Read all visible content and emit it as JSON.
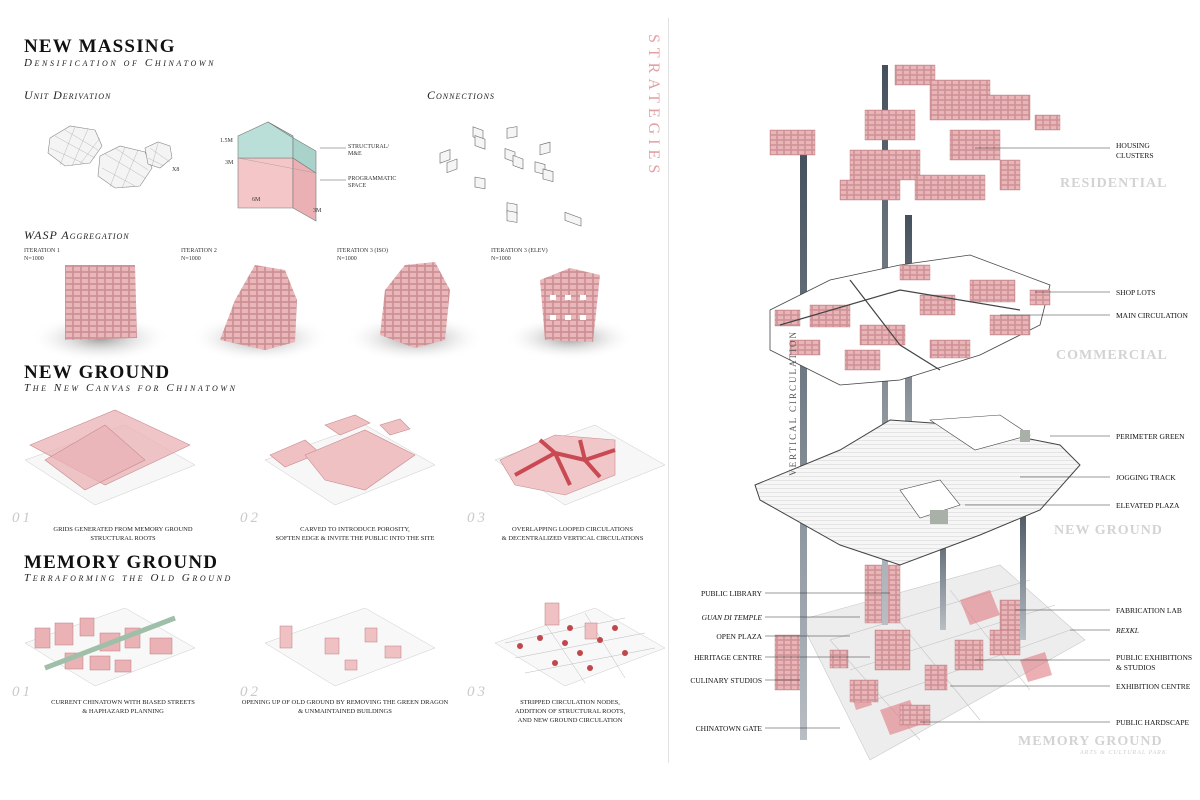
{
  "left": {
    "new_massing": {
      "title": "NEW MASSING",
      "subtitle": "Densification of Chinatown",
      "unit_derivation": {
        "heading": "Unit Derivation",
        "multiplier": "x8",
        "dim_top": "1.5m",
        "dim_mid": "3m",
        "dim_width": "6m",
        "dim_depth": "3m",
        "label_structural": "STRUCTURAL/ M&E",
        "label_programmatic": "PROGRAMMATIC SPACE"
      },
      "connections_heading": "Connections",
      "wasp": {
        "heading": "WASP Aggregation",
        "iterations": [
          {
            "label": "ITERATION 1",
            "n": "n=1000"
          },
          {
            "label": "ITERATION 2",
            "n": "n=1000"
          },
          {
            "label": "ITERATION 3 (ISO)",
            "n": "n=1000"
          },
          {
            "label": "ITERATION 3 (ELEV)",
            "n": "n=1000"
          }
        ]
      }
    },
    "new_ground": {
      "title": "NEW GROUND",
      "subtitle": "The New Canvas for Chinatown",
      "steps": [
        {
          "num": "01",
          "caption_1": "GRIDS GENERATED FROM MEMORY GROUND",
          "caption_2": "STRUCTURAL ROOTS"
        },
        {
          "num": "02",
          "caption_1": "CARVED TO INTRODUCE POROSITY,",
          "caption_2": "SOFTEN EDGE & INVITE THE PUBLIC INTO THE SITE"
        },
        {
          "num": "03",
          "caption_1": "OVERLAPPING LOOPED CIRCULATIONS",
          "caption_2": "& DECENTRALIZED VERTICAL CIRCULATIONS"
        }
      ]
    },
    "memory_ground": {
      "title": "MEMORY GROUND",
      "subtitle": "Terraforming the Old Ground",
      "steps": [
        {
          "num": "01",
          "caption_1": "CURRENT CHINATOWN WITH BIASED STREETS",
          "caption_2": "& HAPHAZARD PLANNING",
          "caption_3": ""
        },
        {
          "num": "02",
          "caption_1": "OPENING UP OF OLD GROUND BY REMOVING THE GREEN DRAGON",
          "caption_2": "& UNMAINTAINED BUILDINGS",
          "caption_3": ""
        },
        {
          "num": "03",
          "caption_1": "STRIPPED CIRCULATION NODES,",
          "caption_2": "ADDITION OF STRUCTURAL ROOTS,",
          "caption_3": "AND NEW GROUND CIRCULATION"
        }
      ]
    },
    "strategies": "STRATEGIES"
  },
  "right": {
    "vertical_circulation": "VERTICAL CIRCULATION",
    "zones": {
      "residential": "RESIDENTIAL",
      "commercial": "COMMERCIAL",
      "new_ground": "NEW GROUND",
      "memory_ground": "MEMORY GROUND",
      "memory_ground_sub": "ARTS & CULTURAL PARK"
    },
    "labels_right": {
      "housing_1": "HOUSING",
      "housing_2": "CLUSTERS",
      "shop_lots": "SHOP LOTS",
      "main_circulation": "MAIN CIRCULATION",
      "perimeter_green": "PERIMETER GREEN",
      "jogging_track": "JOGGING TRACK",
      "elevated_plaza": "ELEVATED PLAZA",
      "fabrication_lab": "FABRICATION LAB",
      "rexkl": "REXKL",
      "public_exhibitions_1": "PUBLIC EXHIBITIONS",
      "public_exhibitions_2": "& STUDIOS",
      "exhibition_centre": "EXHIBITION CENTRE",
      "public_hardscape": "PUBLIC HARDSCAPE"
    },
    "labels_left": {
      "public_library": "PUBLIC LIBRARY",
      "guan_di_temple": "GUAN DI TEMPLE",
      "open_plaza": "OPEN PLAZA",
      "heritage_centre": "HERITAGE CENTRE",
      "culinary_studios": "CULINARY STUDIOS",
      "chinatown_gate": "CHINATOWN GATE"
    },
    "colors": {
      "pink": "#e8b4b6",
      "pink_dark": "#c9898c",
      "red": "#c0474c",
      "pillar": "#4a5663",
      "grey": "#d6d6d6"
    }
  }
}
